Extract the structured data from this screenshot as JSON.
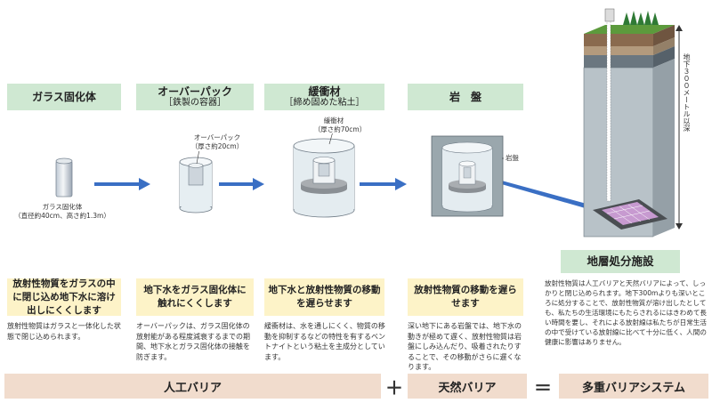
{
  "stages": [
    {
      "title": "ガラス固化体",
      "subtitle": ""
    },
    {
      "title": "オーバーパック",
      "subtitle": "［鉄製の容器］"
    },
    {
      "title": "緩衝材",
      "subtitle": "［締め固めた粘土］"
    },
    {
      "title": "岩　盤",
      "subtitle": ""
    }
  ],
  "labels": {
    "glass": "ガラス固化体",
    "glass_size": "（直径約40cm、高さ約1.3m）",
    "overpack": "オーバーパック",
    "overpack_size": "（厚さ約20cm）",
    "buffer": "緩衝材",
    "buffer_size": "（厚さ約70cm）",
    "rock": "岩盤",
    "depth_vertical": "地下３００メートル以深"
  },
  "features": [
    "放射性物質をガラスの中に閉じ込め地下水に溶け出しにくくします",
    "地下水をガラス固化体に触れにくくします",
    "地下水と放射性物質の移動を遅らせます",
    "放射性物質の移動を遅らせます"
  ],
  "descriptions": [
    "放射性物質はガラスと一体化した状態で閉じ込められます。",
    "オーバーパックは、ガラス固化体の放射能がある程度減衰するまでの期間、地下水とガラス固化体の接触を防ぎます。",
    "緩衝材は、水を通しにくく、物質の移動を抑制するなどの特性を有するベントナイトという粘土を主成分としています。",
    "深い地下にある岩盤では、地下水の動きが極めて遅く、放射性物質は岩盤にしみ込んだり、吸着されたりすることで、その移動がさらに遅くなります。"
  ],
  "facility": {
    "title": "地層処分施設",
    "description": "放射性物質は人工バリアと天然バリアによって、しっかりと閉じ込められます。地下300mよりも深いところに処分することで、放射性物質が溶け出したとしても、私たちの生活環境にもたらされるにはきわめて長い時間を要し、それによる放射線は私たちが日常生活の中で受けている放射線に比べて十分に低く、人間の健康に影響はありません。"
  },
  "bottom": {
    "artificial": "人工バリア",
    "plus": "＋",
    "natural": "天然バリア",
    "equals": "＝",
    "multi": "多重バリアシステム"
  },
  "colors": {
    "header_green": "#cfe8d2",
    "feature_yellow": "#fdf3c8",
    "bottom_tan": "#f1dccd",
    "arrow_blue": "#3a6fc4"
  }
}
